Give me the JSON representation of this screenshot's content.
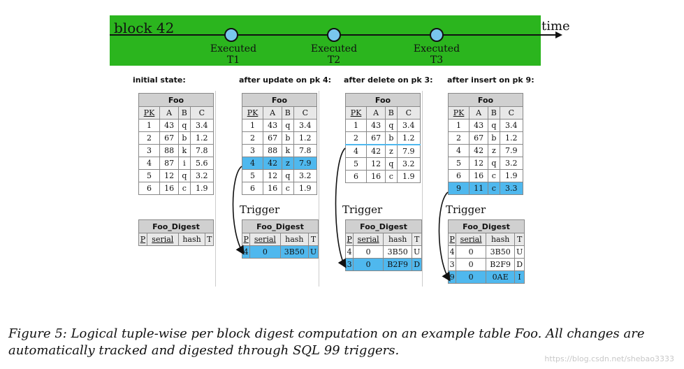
{
  "timeline": {
    "block_label": "block 42",
    "time_label": "time",
    "points": [
      {
        "line1": "Executed",
        "line2": "T1"
      },
      {
        "line1": "Executed",
        "line2": "T2"
      },
      {
        "line1": "Executed",
        "line2": "T3"
      }
    ]
  },
  "colors": {
    "banner": "#2bb51e",
    "highlight": "#4fb8ee",
    "point": "#79c6ee"
  },
  "panels": [
    {
      "label": "initial state:",
      "foo": {
        "name": "Foo",
        "headers": [
          "PK",
          "A",
          "B",
          "C"
        ],
        "rows": [
          [
            "1",
            "43",
            "q",
            "3.4"
          ],
          [
            "2",
            "67",
            "b",
            "1.2"
          ],
          [
            "3",
            "88",
            "k",
            "7.8"
          ],
          [
            "4",
            "87",
            "i",
            "5.6"
          ],
          [
            "5",
            "12",
            "q",
            "3.2"
          ],
          [
            "6",
            "16",
            "c",
            "1.9"
          ]
        ]
      },
      "digest": {
        "name": "Foo_Digest",
        "headers": [
          "P",
          "serial",
          "hash",
          "T"
        ],
        "rows": []
      }
    },
    {
      "label": "after update on pk 4:",
      "foo": {
        "name": "Foo",
        "headers": [
          "PK",
          "A",
          "B",
          "C"
        ],
        "rows": [
          [
            "1",
            "43",
            "q",
            "3.4"
          ],
          [
            "2",
            "67",
            "b",
            "1.2"
          ],
          [
            "3",
            "88",
            "k",
            "7.8"
          ],
          [
            "4",
            "42",
            "z",
            "7.9"
          ],
          [
            "5",
            "12",
            "q",
            "3.2"
          ],
          [
            "6",
            "16",
            "c",
            "1.9"
          ]
        ]
      },
      "trigger": "Trigger",
      "digest": {
        "name": "Foo_Digest",
        "headers": [
          "P",
          "serial",
          "hash",
          "T"
        ],
        "rows": [
          [
            "4",
            "0",
            "3B50",
            "U"
          ]
        ]
      }
    },
    {
      "label": "after delete on pk 3:",
      "foo": {
        "name": "Foo",
        "headers": [
          "PK",
          "A",
          "B",
          "C"
        ],
        "rows": [
          [
            "1",
            "43",
            "q",
            "3.4"
          ],
          [
            "2",
            "67",
            "b",
            "1.2"
          ],
          [
            "4",
            "42",
            "z",
            "7.9"
          ],
          [
            "5",
            "12",
            "q",
            "3.2"
          ],
          [
            "6",
            "16",
            "c",
            "1.9"
          ]
        ]
      },
      "trigger": "Trigger",
      "digest": {
        "name": "Foo_Digest",
        "headers": [
          "P",
          "serial",
          "hash",
          "T"
        ],
        "rows": [
          [
            "4",
            "0",
            "3B50",
            "U"
          ],
          [
            "3",
            "0",
            "B2F9",
            "D"
          ]
        ]
      }
    },
    {
      "label": "after insert on pk 9:",
      "foo": {
        "name": "Foo",
        "headers": [
          "PK",
          "A",
          "B",
          "C"
        ],
        "rows": [
          [
            "1",
            "43",
            "q",
            "3.4"
          ],
          [
            "2",
            "67",
            "b",
            "1.2"
          ],
          [
            "4",
            "42",
            "z",
            "7.9"
          ],
          [
            "5",
            "12",
            "q",
            "3.2"
          ],
          [
            "6",
            "16",
            "c",
            "1.9"
          ],
          [
            "9",
            "11",
            "c",
            "3.3"
          ]
        ]
      },
      "trigger": "Trigger",
      "digest": {
        "name": "Foo_Digest",
        "headers": [
          "P",
          "serial",
          "hash",
          "T"
        ],
        "rows": [
          [
            "4",
            "0",
            "3B50",
            "U"
          ],
          [
            "3",
            "0",
            "B2F9",
            "D"
          ],
          [
            "9",
            "0",
            "0AE",
            "I"
          ]
        ]
      }
    }
  ],
  "caption": "Figure 5: Logical tuple-wise per block digest computation on an example table Foo. All changes are automatically tracked and digested through SQL 99 triggers.",
  "watermark": "https://blog.csdn.net/shebao3333"
}
